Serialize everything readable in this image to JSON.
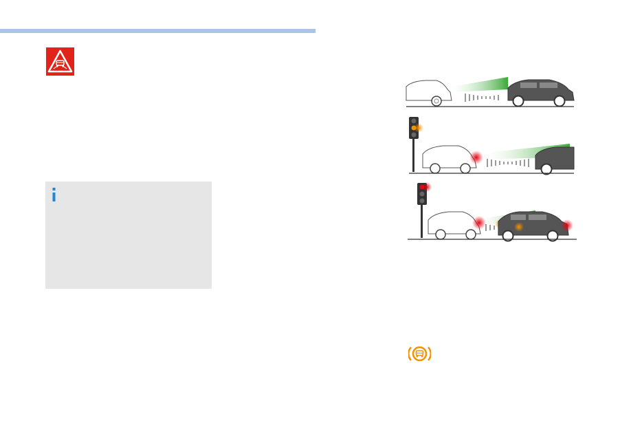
{
  "page": {
    "colors": {
      "header_rule": "#a9c3ea",
      "warning_red": "#e2231a",
      "info_blue": "#1e88d6",
      "info_box_bg": "#e6e6e6",
      "indicator_orange": "#f39200",
      "green_beam": "#3aa935",
      "light_red": "#e30613"
    }
  },
  "icons": {
    "warning": "distance-alert-warning-icon",
    "info": "info-icon",
    "indicator": "emergency-braking-indicator-icon"
  },
  "illustration": {
    "scenes": [
      {
        "name": "following-vehicle-ahead",
        "traffic_light": "none"
      },
      {
        "name": "approaching-vehicle-amber-light",
        "traffic_light": "amber"
      },
      {
        "name": "close-to-vehicle-red-light",
        "traffic_light": "red"
      }
    ]
  }
}
